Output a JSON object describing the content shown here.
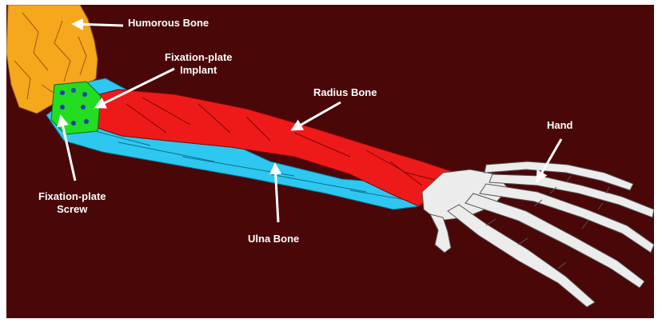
{
  "colors": {
    "background": "#4a0708",
    "humerus": "#f5a81c",
    "radius": "#ee1a1a",
    "ulna": "#2ec7ef",
    "plate": "#22dd22",
    "screw": "#1f3fae",
    "hand": "#ececec",
    "label": "#ffffff"
  },
  "labels": {
    "humerus": "Humorous Bone",
    "plate_implant_line1": "Fixation-plate",
    "plate_implant_line2": "Implant",
    "radius": "Radius Bone",
    "hand": "Hand",
    "plate_screw_line1": "Fixation-plate",
    "plate_screw_line2": "Screw",
    "ulna": "Ulna Bone"
  }
}
